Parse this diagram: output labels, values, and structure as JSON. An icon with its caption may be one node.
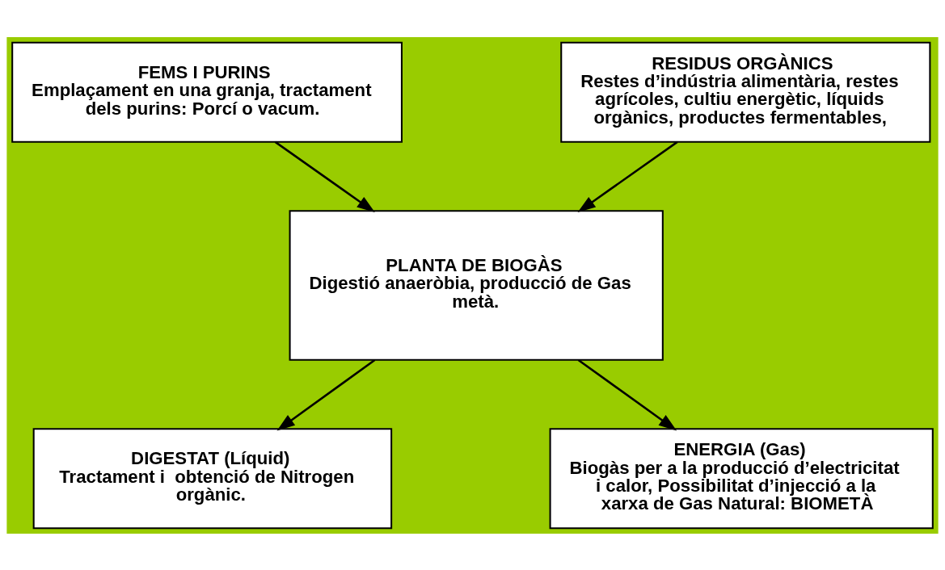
{
  "diagram": {
    "nodes": [
      {
        "text": [
          "FEMS I PURINS",
          "Emplaçament en una granja, tractament dels purins: Porcí o vacum."
        ]
      },
      {
        "text": [
          "RESIDUS ORGÀNICS",
          "Restes d’indústria alimentària, restes agrícoles, cultiu energètic, líquids orgànics, productes fermentables,"
        ]
      },
      {
        "text": [
          "PLANTA DE BIOGÀS",
          "Digestió anaeròbia, producció de Gas metà."
        ]
      },
      {
        "text": [
          "DIGESTAT (Líquid)",
          "Tractament i  obtenció de Nitrogen orgànic."
        ]
      },
      {
        "text": [
          "ENERGIA (Gas)",
          "Biogàs per a la producció d’electricitat i calor, Possibilitat d’injecció a la xarxa de Gas Natural: BIOMETÀ"
        ]
      }
    ],
    "edges": [
      {
        "from": 0,
        "to": 2,
        "arrow": "to"
      },
      {
        "from": 1,
        "to": 2,
        "arrow": "to"
      },
      {
        "from": 2,
        "to": 3,
        "arrow": "to"
      },
      {
        "from": 2,
        "to": 4,
        "arrow": "to"
      }
    ]
  }
}
